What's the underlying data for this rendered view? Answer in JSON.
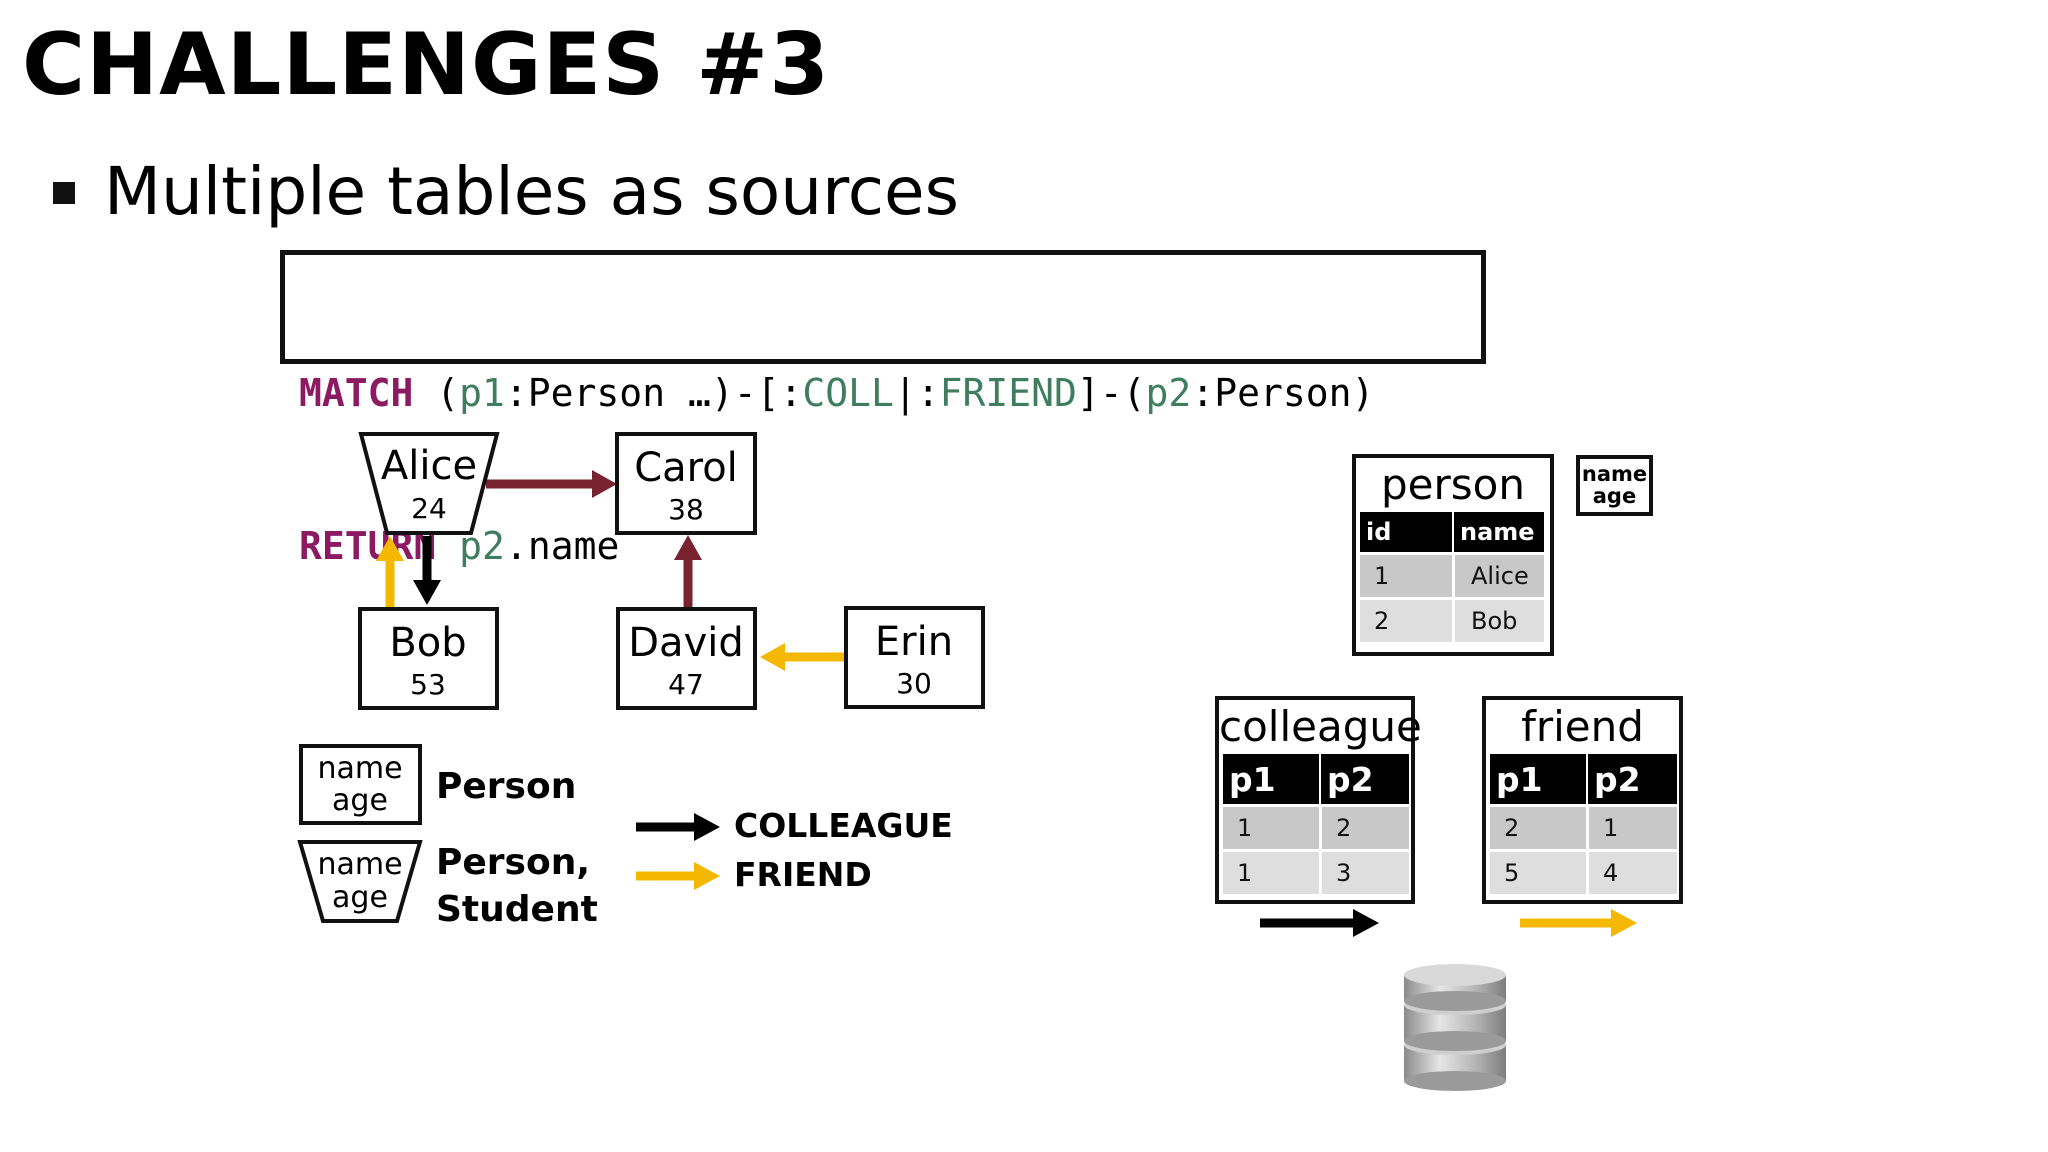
{
  "title": "CHALLENGES #3",
  "bullet": "Multiple tables as sources",
  "query": {
    "line1": [
      {
        "t": "MATCH",
        "c": "kw"
      },
      {
        "t": " (",
        "c": ""
      },
      {
        "t": "p1",
        "c": "var"
      },
      {
        "t": ":Person …)-[:",
        "c": ""
      },
      {
        "t": "COLL",
        "c": "rel"
      },
      {
        "t": "|:",
        "c": ""
      },
      {
        "t": "FRIEND",
        "c": "rel"
      },
      {
        "t": "]-(",
        "c": ""
      },
      {
        "t": "p2",
        "c": "var"
      },
      {
        "t": ":Person)",
        "c": ""
      }
    ],
    "line2": [
      {
        "t": "RETURN",
        "c": "kw"
      },
      {
        "t": " ",
        "c": ""
      },
      {
        "t": "p2",
        "c": "var"
      },
      {
        "t": ".name",
        "c": ""
      }
    ]
  },
  "nodes": {
    "alice": {
      "name": "Alice",
      "age": "24"
    },
    "carol": {
      "name": "Carol",
      "age": "38"
    },
    "bob": {
      "name": "Bob",
      "age": "53"
    },
    "david": {
      "name": "David",
      "age": "47"
    },
    "erin": {
      "name": "Erin",
      "age": "30"
    }
  },
  "legend": {
    "person_box": {
      "line1": "name",
      "line2": "age",
      "label": "Person"
    },
    "student_box": {
      "line1": "name",
      "line2": "age",
      "label1": "Person,",
      "label2": "Student"
    },
    "colleague": "COLLEAGUE",
    "friend": "FRIEND"
  },
  "colors": {
    "colleague": "#000000",
    "friend": "#f5b800",
    "maroon": "#7a2330",
    "keyword": "#8c1a63",
    "variable": "#3f7d5f"
  },
  "person_table": {
    "name": "person",
    "headers": [
      "id",
      "name"
    ],
    "rows": [
      [
        "1",
        "Alice"
      ],
      [
        "2",
        "Bob"
      ]
    ]
  },
  "mini_box": {
    "line1": "name",
    "line2": "age"
  },
  "colleague_table": {
    "name": "colleague",
    "headers": [
      "p1",
      "p2"
    ],
    "rows": [
      [
        "1",
        "2"
      ],
      [
        "1",
        "3"
      ]
    ]
  },
  "friend_table": {
    "name": "friend",
    "headers": [
      "p1",
      "p2"
    ],
    "rows": [
      [
        "2",
        "1"
      ],
      [
        "5",
        "4"
      ]
    ]
  }
}
